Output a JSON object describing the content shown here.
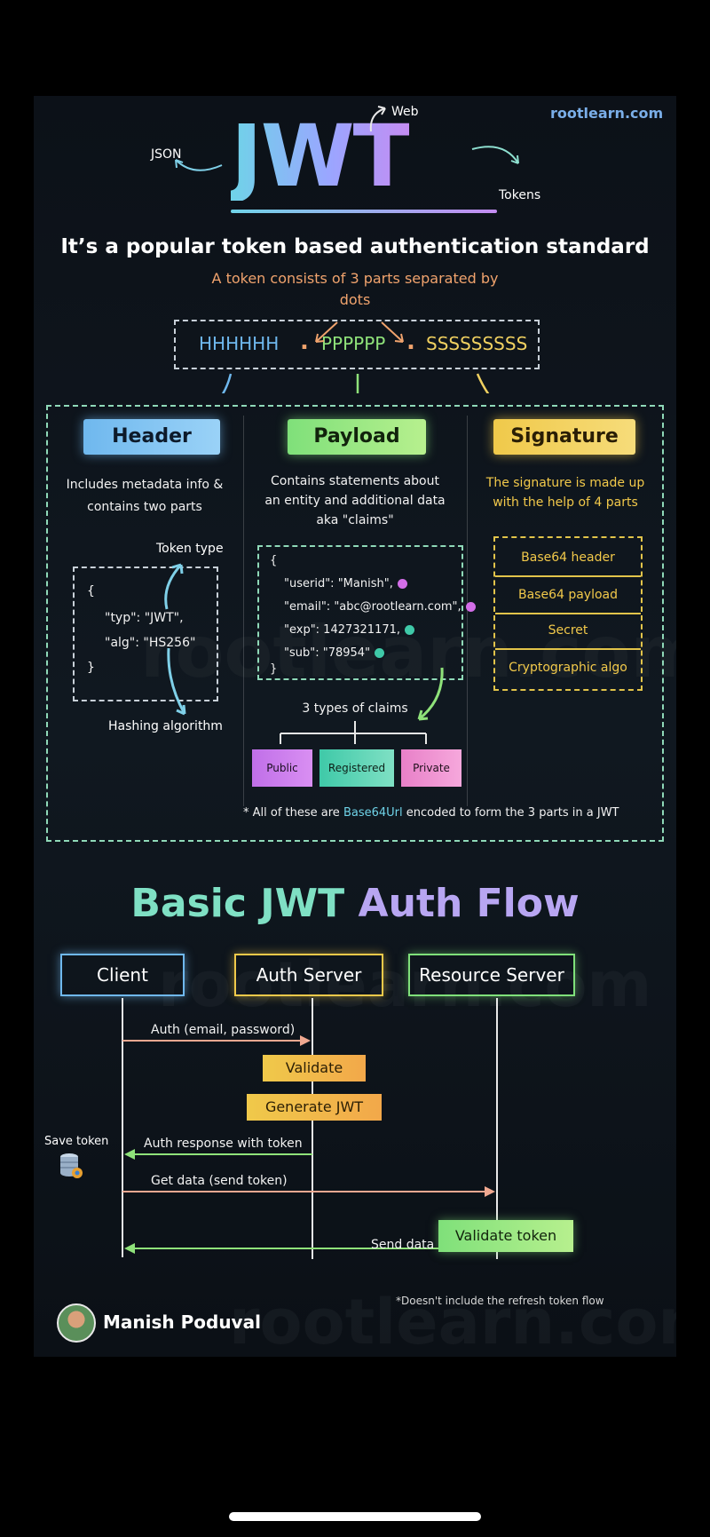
{
  "brand": "rootlearn.com",
  "title": "JWT",
  "title_notes": {
    "json": "JSON",
    "web": "Web",
    "tokens": "Tokens"
  },
  "tagline": "It’s a popular token based authentication standard",
  "token_intro_line1": "A token consists of 3 parts separated by",
  "token_intro_line2": "dots",
  "token_parts": {
    "header": "HHHHHH",
    "payload": "PPPPPP",
    "signature": "SSSSSSSSS",
    "dot": "."
  },
  "header": {
    "label": "Header",
    "desc_line1": "Includes metadata info &",
    "desc_line2": "contains two parts",
    "token_type_label": "Token type",
    "code": [
      "{",
      "\"typ\": \"JWT\",",
      "\"alg\": \"HS256\"",
      "}"
    ],
    "hashing_label": "Hashing algorithm"
  },
  "payload": {
    "label": "Payload",
    "desc_line1": "Contains statements about",
    "desc_line2": "an entity and additional data",
    "desc_line3": "aka \"claims\"",
    "code_open": "{",
    "code_close": "}",
    "claims": [
      {
        "text": "\"userid\": \"Manish\",",
        "color": "#d36ee8"
      },
      {
        "text": "\"email\": \"abc@rootlearn.com\",",
        "color": "#d36ee8"
      },
      {
        "text": "\"exp\": 1427321171,",
        "color": "#3fc9a8"
      },
      {
        "text": "\"sub\": \"78954\"",
        "color": "#3fc9a8"
      }
    ],
    "claim_types_label": "3 types of claims",
    "claim_types": [
      "Public",
      "Registered",
      "Private"
    ]
  },
  "signature": {
    "label": "Signature",
    "desc_line1": "The signature is made up",
    "desc_line2": "with the help of 4 parts",
    "parts": [
      "Base64 header",
      "Base64 payload",
      "Secret",
      "Cryptographic algo"
    ]
  },
  "encode_note": {
    "pre": "* All of these are ",
    "highlight": "Base64Url",
    "post": " encoded to form the 3 parts in a JWT"
  },
  "flow": {
    "title_a": "Basic JWT",
    "title_b": "Auth Flow",
    "actors": [
      "Client",
      "Auth Server",
      "Resource Server"
    ],
    "messages": {
      "auth": "Auth (email, password)",
      "validate": "Validate",
      "generate": "Generate JWT",
      "save_token": "Save token",
      "auth_response": "Auth response with token",
      "get_data": "Get data (send token)",
      "validate_token": "Validate token",
      "send_data": "Send data"
    },
    "footnote": "*Doesn't include the refresh token flow"
  },
  "author": "Manish Poduval",
  "watermark": "rootlearn.com"
}
